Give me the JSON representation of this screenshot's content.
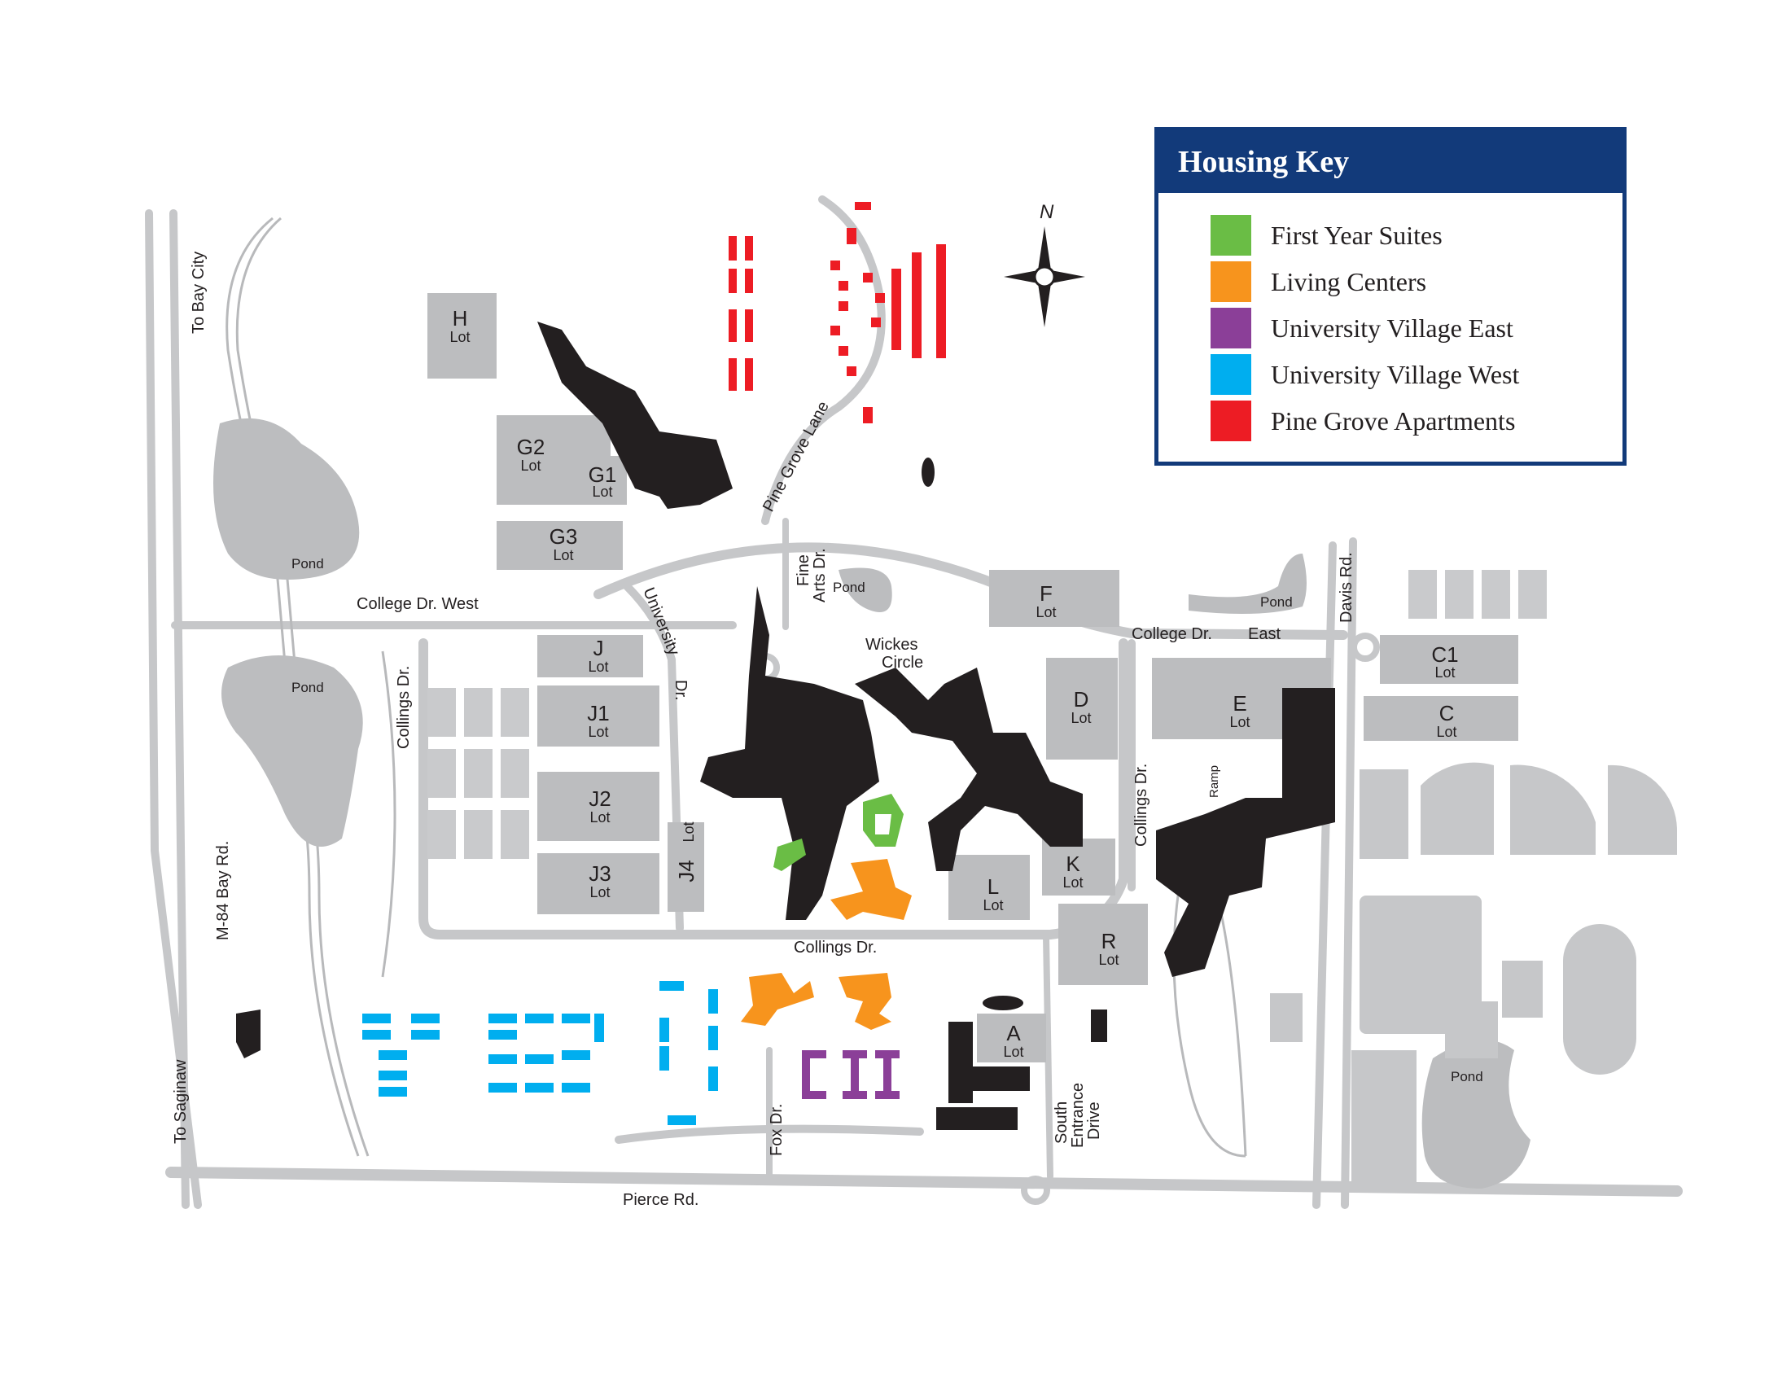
{
  "legend": {
    "title": "Housing Key",
    "items": [
      {
        "label": "First Year Suites",
        "color": "#6abd45"
      },
      {
        "label": "Living Centers",
        "color": "#f7941d"
      },
      {
        "label": "University Village East",
        "color": "#8b3f98"
      },
      {
        "label": "University Village West",
        "color": "#00aeef"
      },
      {
        "label": "Pine Grove Apartments",
        "color": "#ed1c24"
      }
    ]
  },
  "compass": {
    "north": "N"
  },
  "lots": {
    "h": "H",
    "g2": "G2",
    "g1": "G1",
    "g3": "G3",
    "j": "J",
    "j1": "J1",
    "j2": "J2",
    "j3": "J3",
    "j4": "J4",
    "d": "D",
    "e": "E",
    "f": "F",
    "c1": "C1",
    "c": "C",
    "k": "K",
    "l": "L",
    "r": "R",
    "a": "A",
    "lot_word": "Lot"
  },
  "roads": {
    "to_bay_city": "To Bay City",
    "to_saginaw": "To Saginaw",
    "m84": "M-84 Bay Rd.",
    "college_dr_west": "College Dr. West",
    "collings_dr_left": "Collings Dr.",
    "collings_dr_bottom": "Collings Dr.",
    "collings_dr_right": "Collings Dr.",
    "university": "University",
    "dr": "Dr.",
    "pine_grove_lane": "Pine Grove Lane",
    "fine_arts_1": "Fine",
    "fine_arts_2": "Arts Dr.",
    "wickes_1": "Wickes",
    "wickes_2": "Circle",
    "college_dr": "College Dr.",
    "east": "East",
    "davis_rd": "Davis Rd.",
    "ramp": "Ramp",
    "pierce_rd": "Pierce Rd.",
    "fox_dr": "Fox Dr.",
    "south_1": "South",
    "south_2": "Entrance",
    "south_3": "Drive"
  },
  "ponds": {
    "p1": "Pond",
    "p2": "Pond",
    "p3": "Pond",
    "p4": "Pond",
    "p5": "Pond"
  }
}
